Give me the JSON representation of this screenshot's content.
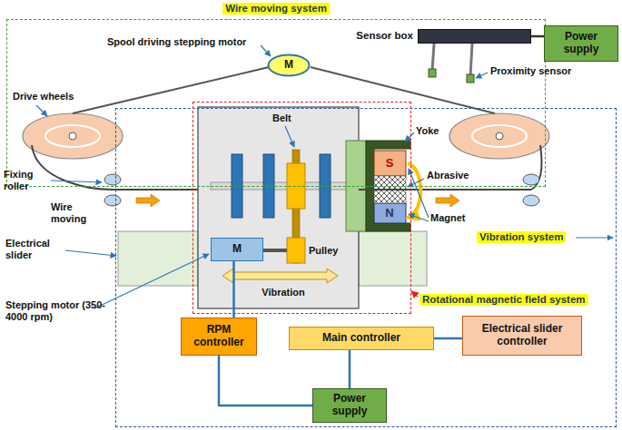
{
  "diagram": {
    "nodes": [
      {
        "text": [
          "Wire moving system"
        ]
      },
      {
        "text": [
          "M"
        ],
        "in": 0
      },
      {
        "text": [
          "Sensor box"
        ],
        "in": 0
      },
      {
        "text": [
          "Power supply"
        ]
      },
      {
        "text": [
          "Vibration system"
        ]
      },
      {
        "text": [
          "Rotational magnetic field system"
        ],
        "in": 4
      },
      {
        "text": [
          "M"
        ],
        "in": 5
      },
      {
        "text": [
          "RPM controller"
        ],
        "in": 4
      },
      {
        "text": [
          "Main controller"
        ],
        "in": 4
      },
      {
        "text": [
          "Electrical slider controller"
        ],
        "in": 4
      },
      {
        "text": [
          "Power supply"
        ],
        "in": 4
      }
    ],
    "edges": [
      {
        "from": 6,
        "to": 7,
        "arrow": "none"
      },
      {
        "from": 7,
        "to": 10,
        "arrow": "none"
      },
      {
        "from": 8,
        "to": 10,
        "arrow": "none"
      },
      {
        "from": 8,
        "to": 9,
        "arrow": "none"
      },
      {
        "from": 2,
        "to": 3,
        "arrow": "none"
      }
    ],
    "labels": [
      "Spool driving stepping motor",
      "Drive wheels",
      "Proximity sensor",
      "Belt",
      "Yoke",
      "S",
      "N",
      "Fixing roller",
      "Abrasive",
      "Wire moving",
      "Magnet",
      "Electrical slider",
      "Pulley",
      "Vibration",
      "Stepping motor (350-4000 rpm)"
    ]
  }
}
